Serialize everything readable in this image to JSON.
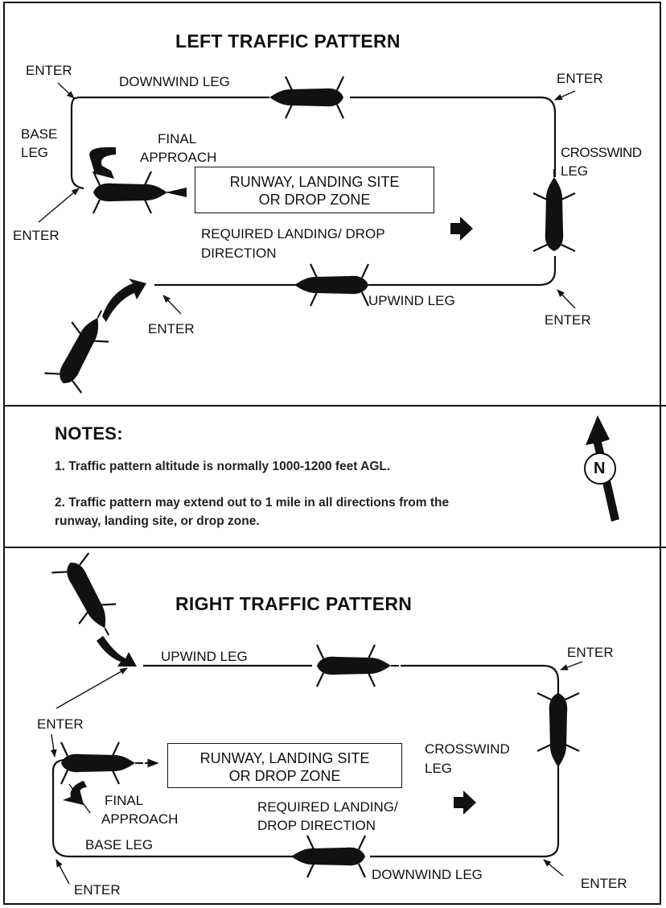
{
  "left_pattern": {
    "title": "LEFT TRAFFIC PATTERN",
    "enter_labels": [
      "ENTER",
      "ENTER",
      "ENTER",
      "ENTER",
      "ENTER"
    ],
    "downwind": "DOWNWIND LEG",
    "base": [
      "BASE",
      "LEG"
    ],
    "final": [
      "FINAL",
      "APPROACH"
    ],
    "crosswind": [
      "CROSSWIND",
      "LEG"
    ],
    "runway": [
      "RUNWAY,  LANDING SITE",
      "OR DROP ZONE"
    ],
    "direction": [
      "REQUIRED  LANDING/ DROP",
      "DIRECTION"
    ],
    "upwind": "UPWIND LEG"
  },
  "notes": {
    "heading": "NOTES:",
    "items": [
      "1. Traffic pattern altitude is normally 1000-1200 feet AGL.",
      "2. Traffic pattern may extend out to 1 mile in all directions from the",
      "runway, landing site, or drop zone."
    ],
    "compass": "N"
  },
  "right_pattern": {
    "title": "RIGHT TRAFFIC PATTERN",
    "upwind": "UPWIND LEG",
    "enter_labels": [
      "ENTER",
      "ENTER",
      "ENTER",
      "ENTER"
    ],
    "crosswind": [
      "CROSSWIND",
      "LEG"
    ],
    "runway": [
      "RUNWAY,  LANDING SITE",
      "OR DROP ZONE"
    ],
    "final": [
      "FINAL",
      "APPROACH"
    ],
    "direction": [
      "REQUIRED  LANDING/",
      "DROP DIRECTION"
    ],
    "base": "BASE  LEG",
    "downwind": "DOWNWIND LEG"
  },
  "colors": {
    "ink": "#111111",
    "background": "#ffffff"
  }
}
